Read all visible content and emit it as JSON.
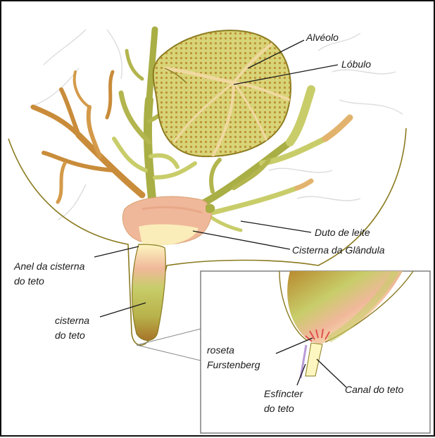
{
  "labels": {
    "alveolo": "Alvéolo",
    "lobulo": "Lóbulo",
    "duto_de_leite": "Duto de leite",
    "cisterna_glandula": "Cisterna da Glândula",
    "anel_cisterna_l1": "Anel da cisterna",
    "anel_cisterna_l2": "do teto",
    "cisterna_teto_l1": "cisterna",
    "cisterna_teto_l2": "do teto",
    "roseta_l1": "roseta",
    "roseta_l2": "Furstenberg",
    "esfincter_l1": "Esfíncter",
    "esfincter_l2": "do teto",
    "canal_do_teto": "Canal do teto"
  },
  "colors": {
    "outline": "#8a7a1e",
    "duct_green": "#c8cd6a",
    "duct_dark_green": "#a9ae45",
    "duct_orange": "#c98c3a",
    "duct_tan": "#e2b36d",
    "lobule_fill": "#d8d478",
    "lobule_dots": "#b8862a",
    "cistern_pink": "#f0b89a",
    "cistern_cream": "#fdf6c0",
    "label_text": "#1a1a1a"
  }
}
